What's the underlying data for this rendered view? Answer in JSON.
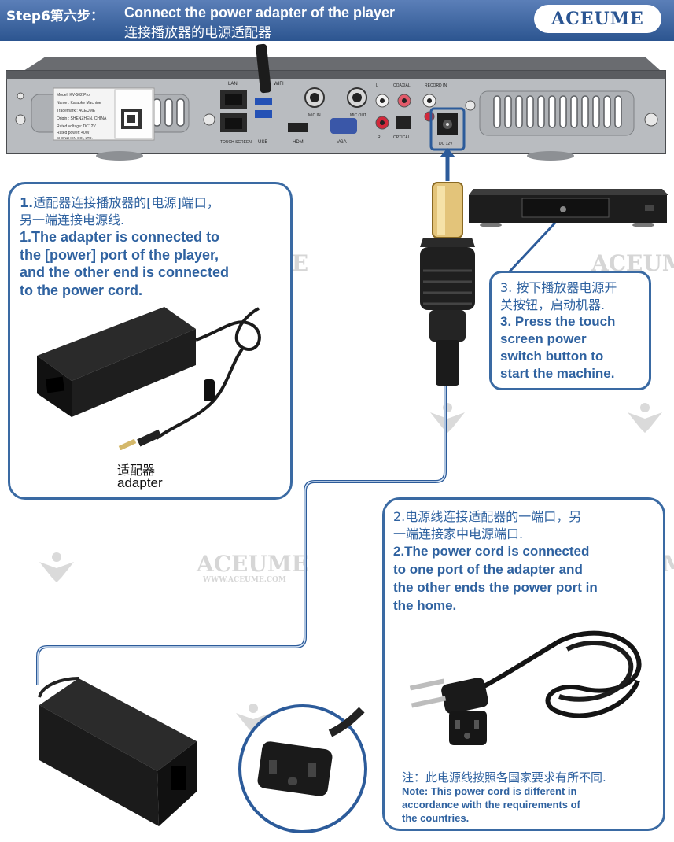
{
  "header": {
    "step": "Step6第六步：",
    "title_en": "Connect the power adapter of the player",
    "title_cn": "连接播放器的电源适配器",
    "brand": "ACEUME"
  },
  "device_labels": {
    "lan": "LAN",
    "touch_screen": "TOUCH SCREEN",
    "usb": "USB",
    "wifi": "WIFI",
    "hdmi": "HDMI",
    "mic_in": "MIC IN",
    "mic_out": "MIC OUT",
    "vga": "VGA",
    "coaxial": "COAXIAL",
    "optical": "OPTICAL",
    "record_in": "RECORD IN",
    "dc12v": "DC 12V",
    "l": "L",
    "r": "R",
    "model": "Model: KV-502 Pro",
    "name": "Name : Karaoke Machine",
    "trademark": "Trademark : ACEUME",
    "origin": "Origin : SHENZHEN, CHINA",
    "voltage": "Rated voltage: DC12V",
    "power": "Rated power: 40W",
    "maker": "SHENZHEN CO., LTD."
  },
  "step1": {
    "num_cn": "1.",
    "cn_a": "适配器连接播放器的[电源]端口，",
    "cn_b": "另一端连接电源线.",
    "en": [
      "1.The adapter is connected to",
      "the [power] port of the player,",
      "and the other end is connected",
      "to the power cord."
    ],
    "caption_cn": "适配器",
    "caption_en": "adapter"
  },
  "step3": {
    "cn_a": "3. 按下播放器电源开",
    "cn_b": "关按钮，启动机器.",
    "en": [
      "3. Press the touch",
      "screen power",
      "switch button to",
      "start the machine."
    ]
  },
  "step2": {
    "cn_a": "2.电源线连接适配器的一端口，另",
    "cn_b": "一端连接家中电源端口.",
    "en": [
      "2.The power cord is connected",
      "to one port of the adapter and",
      "the other ends the power port in",
      "the home."
    ],
    "note_cn": "注：此电源线按照各国家要求有所不同.",
    "note_en": [
      "Note: This power cord is different in",
      "accordance with the requirements of",
      "the countries."
    ]
  },
  "watermark": {
    "brand": "ACEUME",
    "url": "WWW.ACEUME.COM"
  }
}
